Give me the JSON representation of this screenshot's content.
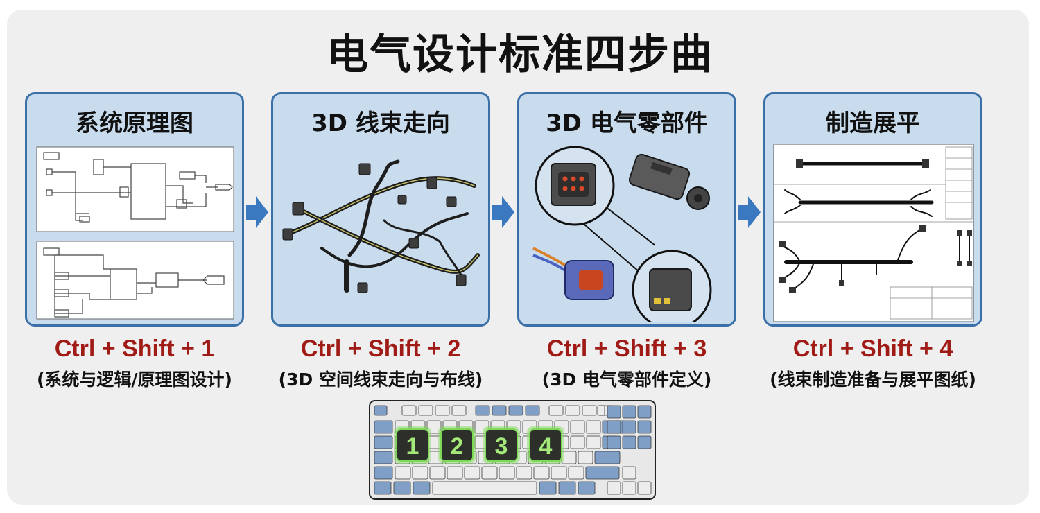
{
  "title": "电气设计标准四步曲",
  "steps": [
    {
      "title": "系统原理图",
      "shortcut": "Ctrl + Shift + 1",
      "description": "(系统与逻辑/原理图设计)"
    },
    {
      "title": "3D 线束走向",
      "shortcut": "Ctrl + Shift + 2",
      "description": "(3D 空间线束走向与布线)"
    },
    {
      "title": "3D 电气零部件",
      "shortcut": "Ctrl + Shift + 3",
      "description": "(3D 电气零部件定义)"
    },
    {
      "title": "制造展平",
      "shortcut": "Ctrl + Shift + 4",
      "description": "(线束制造准备与展平图纸)"
    }
  ],
  "keyboard": {
    "highlighted_keys": [
      "1",
      "2",
      "3",
      "4"
    ],
    "highlight_color": "#7ed957",
    "key_color": "#7f9fc6"
  },
  "colors": {
    "panel_fill": "#c9dcee",
    "panel_border": "#3b6fa8",
    "arrow": "#3a78c0",
    "shortcut_text": "#a01a16"
  },
  "icons": [
    "schematic-drawing",
    "wire-harness-3d",
    "connector-3d",
    "flattened-harness-drawing",
    "keyboard"
  ]
}
